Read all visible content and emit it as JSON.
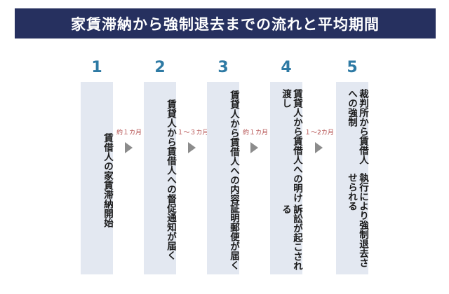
{
  "title": "家賃滞納から強制退去までの流れと平均期間",
  "steps": [
    {
      "number": "1",
      "text": "賃借人の家賃滞納開始"
    },
    {
      "number": "2",
      "text": "賃貸人から賃借人への督促通知が届く"
    },
    {
      "number": "3",
      "text": "賃貸人から賃借人への内容証明郵便が届く"
    },
    {
      "number": "4",
      "lines": [
        "賃貸人から賃借人への明け渡し",
        "訴訟が起こされる"
      ]
    },
    {
      "number": "5",
      "lines": [
        "裁判所から賃借人への強制",
        "執行により強制退去させられる"
      ]
    }
  ],
  "intervals": [
    {
      "label": "約１カ月",
      "icon": "arrow-right-icon"
    },
    {
      "label": "１～３カ月",
      "icon": "arrow-right-icon"
    },
    {
      "label": "約１カ月",
      "icon": "arrow-right-icon"
    },
    {
      "label": "１～2カ月",
      "icon": "arrow-right-icon"
    }
  ]
}
